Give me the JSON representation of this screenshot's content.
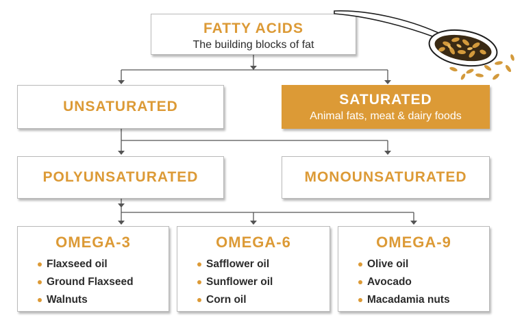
{
  "colors": {
    "accent": "#dc9a36",
    "text": "#2b2b2b",
    "line": "#555555",
    "border": "#b9b9b9"
  },
  "root": {
    "title": "FATTY ACIDS",
    "subtitle": "The building blocks of fat"
  },
  "unsaturated": {
    "title": "UNSATURATED"
  },
  "saturated": {
    "title": "SATURATED",
    "subtitle": "Animal fats, meat & dairy foods"
  },
  "polyunsaturated": {
    "title": "POLYUNSATURATED"
  },
  "monounsaturated": {
    "title": "MONOUNSATURATED"
  },
  "omegas": [
    {
      "title": "OMEGA-3",
      "items": [
        "Flaxseed oil",
        "Ground Flaxseed",
        "Walnuts"
      ]
    },
    {
      "title": "OMEGA-6",
      "items": [
        "Safflower oil",
        "Sunflower oil",
        "Corn oil"
      ]
    },
    {
      "title": "OMEGA-9",
      "items": [
        "Olive oil",
        "Avocado",
        "Macadamia nuts"
      ]
    }
  ],
  "decoration": {
    "icon": "spoon-with-seeds-icon"
  }
}
